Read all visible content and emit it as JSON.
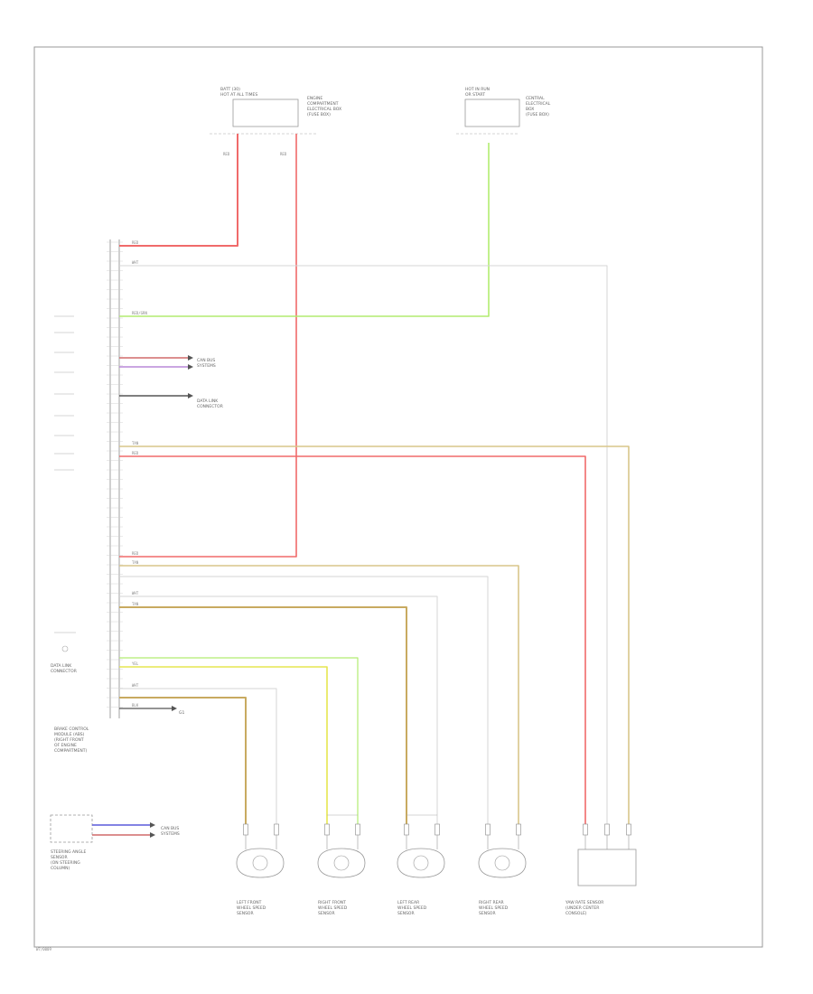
{
  "colors": {
    "red": "#f06a6a",
    "green": "#b2ec70",
    "tan": "#d9c68a",
    "yellow": "#e6e650",
    "white": "#d6d6d6",
    "black": "#444444",
    "blue": "#5a5adc",
    "violet": "#b888d8",
    "frame": "#999999"
  },
  "labels": {
    "fuse_box_1": "BATT (30)\nHOT AT ALL TIMES",
    "fuse_box_1_right": "ENGINE\nCOMPARTMENT\nELECTRICAL BOX\n(FUSE BOX)",
    "fuse_box_2": "HOT IN RUN\nOR START",
    "fuse_box_2_right": "CENTRAL\nELECTRICAL\nBOX\n(FUSE BOX)",
    "module": "BRAKE CONTROL\nMODULE (ABS)\n(RIGHT FRONT\nOF ENGINE\nCOMPARTMENT)",
    "steering_sensor": "STEERING ANGLE\nSENSOR\n(ON STEERING\nCOLUMN)",
    "lf_sensor": "LEFT FRONT\nWHEEL SPEED\nSENSOR",
    "rf_sensor": "RIGHT FRONT\nWHEEL SPEED\nSENSOR",
    "lr_sensor": "LEFT REAR\nWHEEL SPEED\nSENSOR",
    "rr_sensor": "RIGHT REAR\nWHEEL SPEED\nSENSOR",
    "yaw_sensor": "YAW RATE SENSOR\n(UNDER CENTER\nCONSOLE)",
    "can_top": "CAN BUS\nSYSTEMS",
    "can_bottom": "CAN BUS\nSYSTEMS",
    "dlc": "DATA LINK\nCONNECTOR",
    "gnd_ref": "G1",
    "wire_red": "RED",
    "wire_red_green": "RED/GRN",
    "wire_wht": "WHT",
    "wire_blk": "BLK",
    "wire_yel": "YEL",
    "wire_tan": "TAN",
    "footer": "W7/0009"
  }
}
